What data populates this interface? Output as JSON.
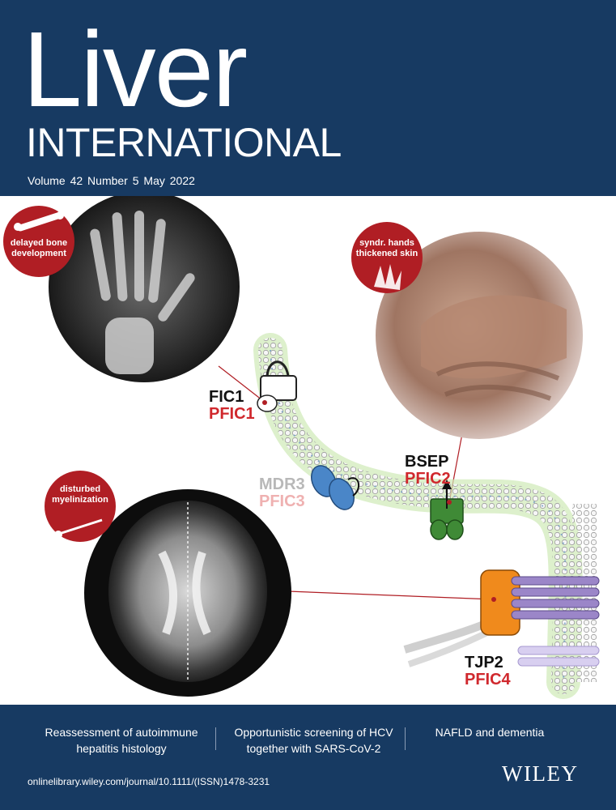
{
  "masthead": {
    "title": "Liver",
    "subtitle": "INTERNATIONAL",
    "issue": "Volume 42  Number 5  May 2022"
  },
  "illustration": {
    "badges": {
      "bone": {
        "line1": "delayed bone",
        "line2": "development"
      },
      "skin": {
        "line1": "syndr. hands",
        "line2": "thickened skin"
      },
      "brain": {
        "line1": "disturbed",
        "line2": "myelinization"
      }
    },
    "proteins": [
      {
        "protein": "FIC1",
        "disease": "PFIC1"
      },
      {
        "protein": "MDR3",
        "disease": "PFIC3"
      },
      {
        "protein": "BSEP",
        "disease": "PFIC2"
      },
      {
        "protein": "TJP2",
        "disease": "PFIC4"
      }
    ],
    "colors": {
      "badge_red": "#b01e24",
      "label_red": "#d0282d",
      "mdr3_grey": "#b8b8b8",
      "pfic3_pink": "#efb1b1",
      "fic1_white": "#ffffff",
      "mdr3_blue": "#4a86c8",
      "bsep_green": "#3f8a36",
      "tjp2_orange": "#f08a1c",
      "claudin_purple": "#9b86c8",
      "header_navy": "#173a62"
    }
  },
  "footer": {
    "teasers": [
      {
        "line1": "Reassessment of autoimmune",
        "line2": "hepatitis histology"
      },
      {
        "line1": "Opportunistic screening of HCV",
        "line2": "together with SARS-CoV-2"
      },
      {
        "line1": "NAFLD and dementia",
        "line2": ""
      }
    ],
    "url": "onlinelibrary.wiley.com/journal/10.1111/(ISSN)1478-3231",
    "publisher": "WILEY"
  }
}
